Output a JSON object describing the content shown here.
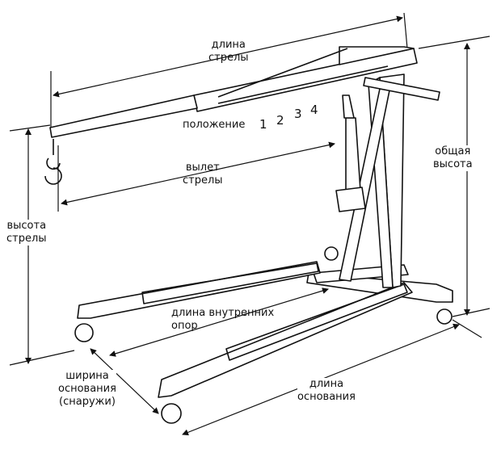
{
  "labels": {
    "boom_length": [
      "длина",
      "стрелы"
    ],
    "position": "положение",
    "position_numbers": [
      "1",
      "2",
      "3",
      "4"
    ],
    "boom_reach": [
      "вылет",
      "стрелы"
    ],
    "total_height": [
      "общая",
      "высота"
    ],
    "boom_height": [
      "высота",
      "стрелы"
    ],
    "inner_legs_length": [
      "длина внутренних",
      "опор"
    ],
    "base_width": [
      "ширина",
      "основания",
      "(снаружи)"
    ],
    "base_length": [
      "длина",
      "основания"
    ]
  },
  "colors": {
    "ink": "#111111",
    "background": "#ffffff"
  }
}
